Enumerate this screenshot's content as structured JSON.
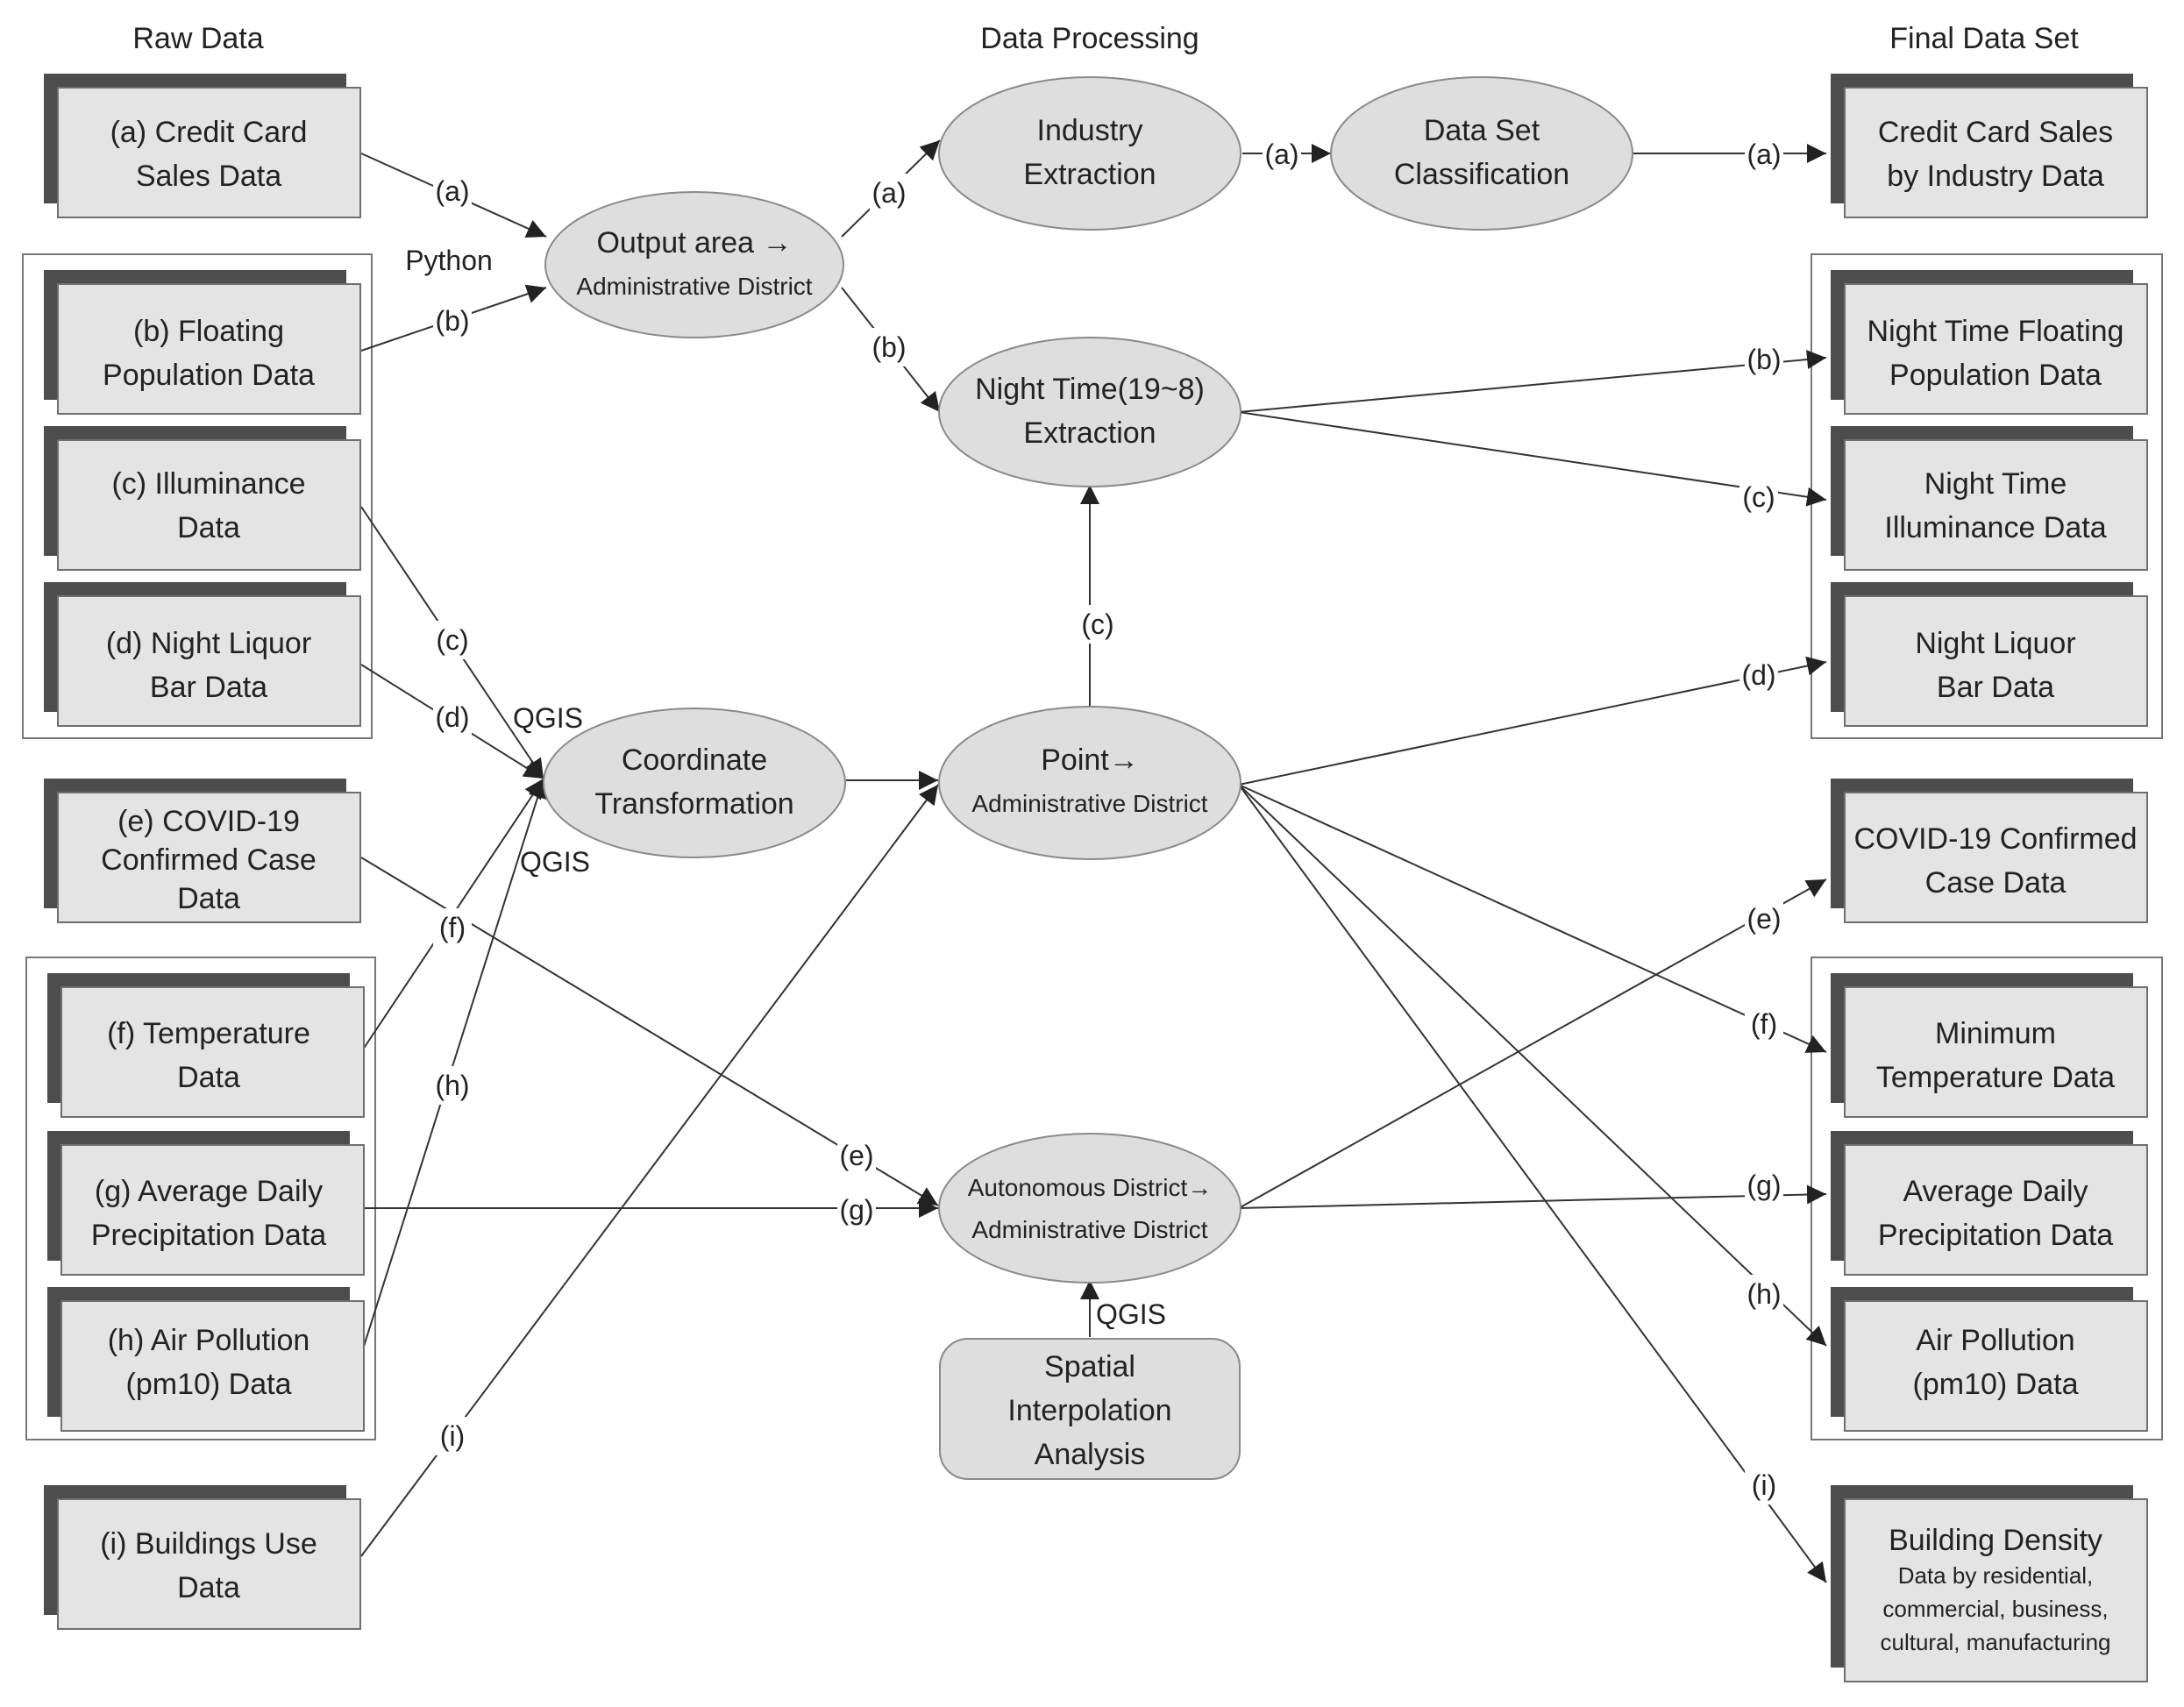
{
  "columns": {
    "raw": "Raw Data",
    "processing": "Data Processing",
    "final": "Final Data Set"
  },
  "raw_nodes": {
    "a": [
      "(a) Credit Card",
      "Sales Data"
    ],
    "b": [
      "(b) Floating",
      "Population Data"
    ],
    "c": [
      "(c) Illuminance",
      "Data"
    ],
    "d": [
      "(d) Night Liquor",
      "Bar Data"
    ],
    "e": [
      "(e) COVID-19",
      "Confirmed Case",
      "Data"
    ],
    "f": [
      "(f) Temperature",
      "Data"
    ],
    "g": [
      "(g) Average Daily",
      "Precipitation Data"
    ],
    "h": [
      "(h) Air Pollution",
      "(pm10) Data"
    ],
    "i": [
      "(i) Buildings Use",
      "Data"
    ]
  },
  "process_nodes": {
    "output_area": [
      "Output area →",
      "Administrative District"
    ],
    "industry": [
      "Industry",
      "Extraction"
    ],
    "classification": [
      "Data Set",
      "Classification"
    ],
    "night_time": [
      "Night Time(19~8)",
      "Extraction"
    ],
    "coordinate": [
      "Coordinate",
      "Transformation"
    ],
    "point": [
      "Point→",
      "Administrative District"
    ],
    "autonomous": [
      "Autonomous District→",
      "Administrative District"
    ],
    "spatial": [
      "Spatial",
      "Interpolation",
      "Analysis"
    ]
  },
  "final_nodes": {
    "a": [
      "Credit Card Sales",
      "by Industry Data"
    ],
    "b": [
      "Night Time Floating",
      "Population Data"
    ],
    "c": [
      "Night Time",
      "Illuminance Data"
    ],
    "d": [
      "Night Liquor",
      "Bar Data"
    ],
    "e": [
      "COVID-19 Confirmed",
      "Case Data"
    ],
    "f": [
      "Minimum",
      "Temperature Data"
    ],
    "g": [
      "Average Daily",
      "Precipitation Data"
    ],
    "h": [
      "Air Pollution",
      "(pm10) Data"
    ],
    "i": [
      "Building Density",
      "Data by residential,",
      "commercial, business,",
      "cultural, manufacturing"
    ]
  },
  "edge_labels": {
    "a": "(a)",
    "b": "(b)",
    "c": "(c)",
    "d": "(d)",
    "e": "(e)",
    "f": "(f)",
    "g": "(g)",
    "h": "(h)",
    "i": "(i)"
  },
  "tools": {
    "python": "Python",
    "qgis": "QGIS"
  }
}
